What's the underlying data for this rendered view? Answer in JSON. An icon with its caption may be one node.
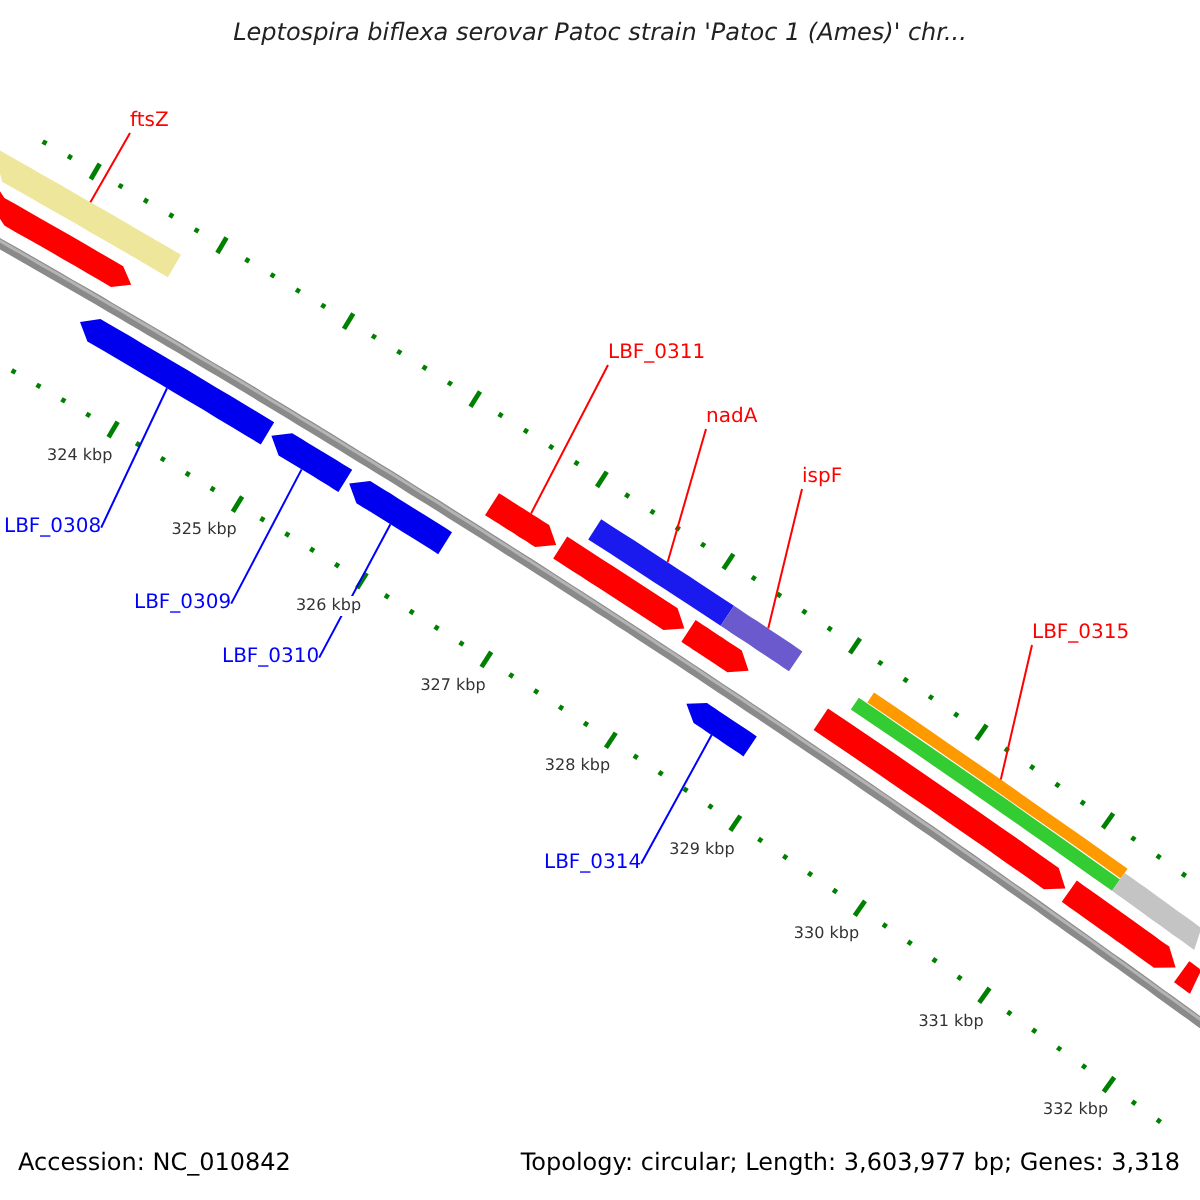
{
  "diagram": {
    "title": "Leptospira biflexa serovar Patoc strain 'Patoc 1 (Ames)' chr...",
    "nodes": [
      {
        "text": [
          "ftsZ"
        ]
      },
      {
        "text": [
          "LBF_0311"
        ]
      },
      {
        "text": [
          "nadA"
        ]
      },
      {
        "text": [
          "ispF"
        ]
      },
      {
        "text": [
          "LBF_0315"
        ]
      },
      {
        "text": [
          "LBF_0308"
        ]
      },
      {
        "text": [
          "LBF_0309"
        ]
      },
      {
        "text": [
          "LBF_0310"
        ]
      },
      {
        "text": [
          "LBF_0314"
        ]
      },
      {
        "text": [],
        "shape": "bar"
      },
      {
        "text": [],
        "shape": "bar"
      },
      {
        "text": [],
        "shape": "bar"
      },
      {
        "text": [],
        "shape": "bar"
      },
      {
        "text": [],
        "shape": "bar"
      },
      {
        "text": [],
        "shape": "bar"
      },
      {
        "text": [],
        "shape": "bar"
      },
      {
        "text": [],
        "shape": "bar"
      },
      {
        "text": [],
        "shape": "bar"
      },
      {
        "text": [],
        "shape": "bar"
      },
      {
        "text": [],
        "shape": "bar"
      },
      {
        "text": [],
        "shape": "bar"
      },
      {
        "text": [],
        "shape": "bar"
      },
      {
        "text": [],
        "shape": "bar"
      },
      {
        "text": [],
        "shape": "bar"
      },
      {
        "text": [],
        "shape": "bar"
      },
      {
        "text": [],
        "shape": "bar"
      }
    ],
    "edges": [
      {
        "from": 0,
        "to": 9,
        "arrow": "none"
      },
      {
        "from": 1,
        "to": 14,
        "arrow": "none"
      },
      {
        "from": 2,
        "to": 16,
        "arrow": "none"
      },
      {
        "from": 3,
        "to": 18,
        "arrow": "none"
      },
      {
        "from": 4,
        "to": 22,
        "arrow": "none"
      },
      {
        "from": 5,
        "to": 11,
        "arrow": "none",
        "color": "#0000ff"
      },
      {
        "from": 6,
        "to": 12,
        "arrow": "none",
        "color": "#0000ff"
      },
      {
        "from": 7,
        "to": 13,
        "arrow": "none",
        "color": "#0000ff"
      },
      {
        "from": 8,
        "to": 19,
        "arrow": "none",
        "color": "#0000ff"
      }
    ],
    "labels": [
      "324 kbp",
      "325 kbp",
      "326 kbp",
      "327 kbp",
      "328 kbp",
      "329 kbp",
      "330 kbp",
      "331 kbp",
      "332 kbp",
      "Accession: NC_010842",
      "Topology: circular; Length: 3,603,977 bp; Genes: 3,318"
    ]
  }
}
